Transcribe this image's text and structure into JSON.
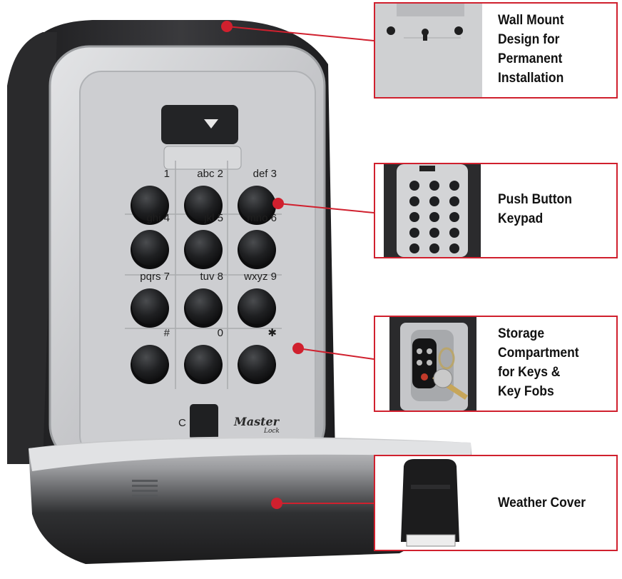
{
  "keypad": {
    "keys": [
      {
        "letters": "",
        "digit": "1"
      },
      {
        "letters": "abc",
        "digit": "2"
      },
      {
        "letters": "def",
        "digit": "3"
      },
      {
        "letters": "ghi",
        "digit": "4"
      },
      {
        "letters": "jkl",
        "digit": "5"
      },
      {
        "letters": "mno",
        "digit": "6"
      },
      {
        "letters": "pqrs",
        "digit": "7"
      },
      {
        "letters": "tuv",
        "digit": "8"
      },
      {
        "letters": "wxyz",
        "digit": "9"
      },
      {
        "letters": "",
        "digit": "#"
      },
      {
        "letters": "",
        "digit": "0"
      },
      {
        "letters": "",
        "digit": "✱"
      }
    ],
    "clear_label": "C"
  },
  "brand": {
    "name": "Master",
    "sub": "Lock"
  },
  "callouts": [
    {
      "lines": [
        "Wall Mount",
        "Design for",
        "Permanent",
        "Installation"
      ]
    },
    {
      "lines": [
        "Push Button",
        "Keypad"
      ]
    },
    {
      "lines": [
        "Storage",
        "Compartment",
        "for Keys &",
        "Key Fobs"
      ]
    },
    {
      "lines": [
        "Weather Cover"
      ]
    }
  ],
  "colors": {
    "accent": "#d0202e",
    "body_dark": "#2e2e30",
    "face_silver": "#c9cacd",
    "button": "#222426"
  }
}
